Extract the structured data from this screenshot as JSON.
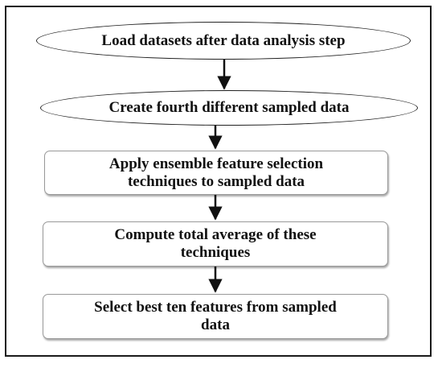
{
  "flowchart": {
    "nodes": [
      {
        "id": "n1",
        "shape": "ellipse",
        "lines": [
          "Load datasets after data analysis step"
        ]
      },
      {
        "id": "n2",
        "shape": "ellipse",
        "lines": [
          "Create fourth different sampled data"
        ]
      },
      {
        "id": "n3",
        "shape": "rect",
        "lines": [
          "Apply ensemble feature selection",
          "techniques to sampled data"
        ]
      },
      {
        "id": "n4",
        "shape": "rect",
        "lines": [
          "Compute total average of these",
          "techniques"
        ]
      },
      {
        "id": "n5",
        "shape": "rect",
        "lines": [
          "Select best ten features from sampled",
          "data"
        ]
      }
    ],
    "edges": [
      {
        "from": "n1",
        "to": "n2"
      },
      {
        "from": "n2",
        "to": "n3"
      },
      {
        "from": "n3",
        "to": "n4"
      },
      {
        "from": "n4",
        "to": "n5"
      }
    ],
    "colors": {
      "stroke": "#222222",
      "box_border": "#9a9a9a",
      "text": "#111111"
    }
  }
}
